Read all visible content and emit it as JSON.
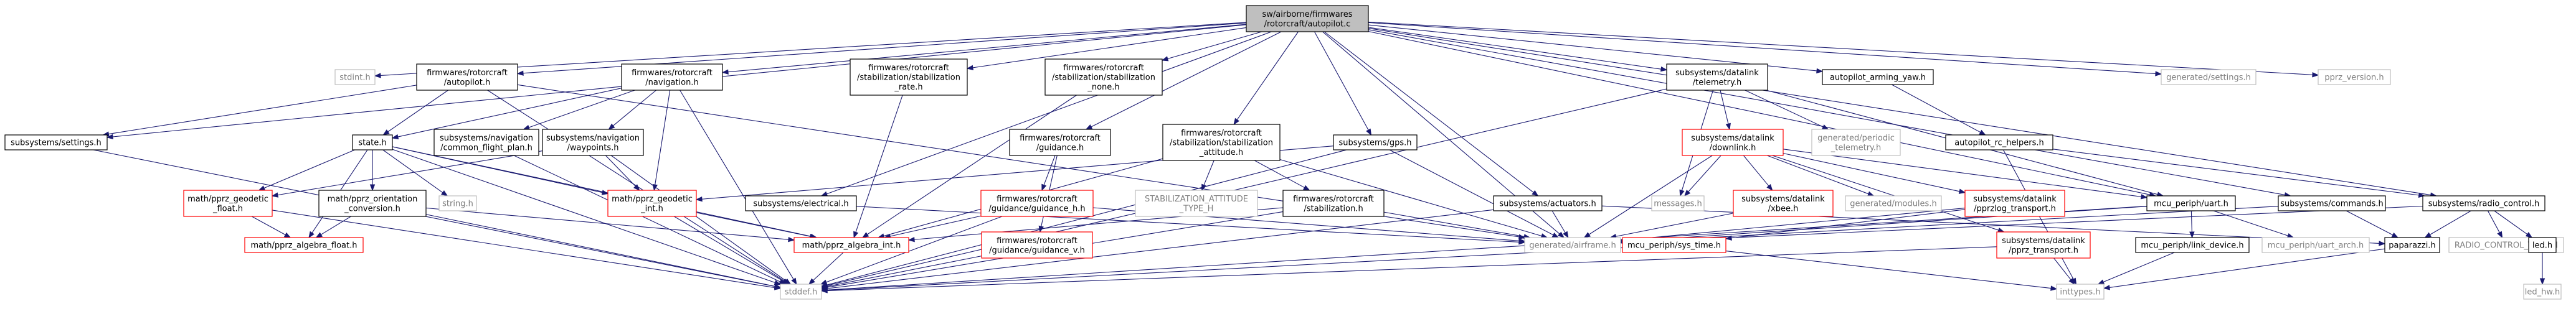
{
  "colors": {
    "edge": "#191970",
    "border_default": "#000000",
    "border_missing": "#bfbfbf",
    "border_truncated": "#ff0000",
    "fill_root": "#bfbfbf",
    "fill_default": "#ffffff",
    "text_default": "#000000",
    "text_missing": "#7f7f7f"
  },
  "nodes": [
    {
      "id": "root",
      "lines": [
        "sw/airborne/firmwares",
        "/rotorcraft/autopilot.c"
      ],
      "style": "root"
    },
    {
      "id": "stdint",
      "lines": [
        "stdint.h"
      ],
      "style": "missing"
    },
    {
      "id": "fr_autopilot",
      "lines": [
        "firmwares/rotorcraft",
        "/autopilot.h"
      ],
      "style": "normal"
    },
    {
      "id": "fr_navigation",
      "lines": [
        "firmwares/rotorcraft",
        "/navigation.h"
      ],
      "style": "normal"
    },
    {
      "id": "fr_stab_rate",
      "lines": [
        "firmwares/rotorcraft",
        "/stabilization/stabilization",
        "_rate.h"
      ],
      "style": "normal"
    },
    {
      "id": "fr_stab_none",
      "lines": [
        "firmwares/rotorcraft",
        "/stabilization/stabilization",
        "_none.h"
      ],
      "style": "normal"
    },
    {
      "id": "sd_telemetry",
      "lines": [
        "subsystems/datalink",
        "/telemetry.h"
      ],
      "style": "normal"
    },
    {
      "id": "autopilot_arming_yaw",
      "lines": [
        "autopilot_arming_yaw.h"
      ],
      "style": "normal"
    },
    {
      "id": "generated_settings",
      "lines": [
        "generated/settings.h"
      ],
      "style": "missing"
    },
    {
      "id": "pprz_version",
      "lines": [
        "pprz_version.h"
      ],
      "style": "missing"
    },
    {
      "id": "subsystems_settings",
      "lines": [
        "subsystems/settings.h"
      ],
      "style": "normal"
    },
    {
      "id": "state",
      "lines": [
        "state.h"
      ],
      "style": "normal"
    },
    {
      "id": "sn_common_flight_plan",
      "lines": [
        "subsystems/navigation",
        "/common_flight_plan.h"
      ],
      "style": "normal"
    },
    {
      "id": "sn_waypoints",
      "lines": [
        "subsystems/navigation",
        "/waypoints.h"
      ],
      "style": "normal"
    },
    {
      "id": "fr_guidance",
      "lines": [
        "firmwares/rotorcraft",
        "/guidance.h"
      ],
      "style": "normal"
    },
    {
      "id": "fr_stab_attitude",
      "lines": [
        "firmwares/rotorcraft",
        "/stabilization/stabilization",
        "_attitude.h"
      ],
      "style": "normal"
    },
    {
      "id": "subsystems_gps",
      "lines": [
        "subsystems/gps.h"
      ],
      "style": "normal"
    },
    {
      "id": "sd_downlink",
      "lines": [
        "subsystems/datalink",
        "/downlink.h"
      ],
      "style": "truncated"
    },
    {
      "id": "generated_periodic_telemetry",
      "lines": [
        "generated/periodic",
        "_telemetry.h"
      ],
      "style": "missing"
    },
    {
      "id": "autopilot_rc_helpers",
      "lines": [
        "autopilot_rc_helpers.h"
      ],
      "style": "normal"
    },
    {
      "id": "math_geodetic_float",
      "lines": [
        "math/pprz_geodetic",
        "_float.h"
      ],
      "style": "truncated"
    },
    {
      "id": "math_orientation_conversion",
      "lines": [
        "math/pprz_orientation",
        "_conversion.h"
      ],
      "style": "normal"
    },
    {
      "id": "string",
      "lines": [
        "string.h"
      ],
      "style": "missing"
    },
    {
      "id": "math_geodetic_int",
      "lines": [
        "math/pprz_geodetic",
        "_int.h"
      ],
      "style": "truncated"
    },
    {
      "id": "subsystems_electrical",
      "lines": [
        "subsystems/electrical.h"
      ],
      "style": "normal"
    },
    {
      "id": "fr_guidance_h",
      "lines": [
        "firmwares/rotorcraft",
        "/guidance/guidance_h.h"
      ],
      "style": "truncated"
    },
    {
      "id": "stab_att_type",
      "lines": [
        "STABILIZATION_ATTITUDE",
        "_TYPE_H"
      ],
      "style": "missing"
    },
    {
      "id": "fr_stabilization",
      "lines": [
        "firmwares/rotorcraft",
        "/stabilization.h"
      ],
      "style": "normal"
    },
    {
      "id": "subsystems_actuators",
      "lines": [
        "subsystems/actuators.h"
      ],
      "style": "normal"
    },
    {
      "id": "messages",
      "lines": [
        "messages.h"
      ],
      "style": "missing"
    },
    {
      "id": "sd_xbee",
      "lines": [
        "subsystems/datalink",
        "/xbee.h"
      ],
      "style": "truncated"
    },
    {
      "id": "generated_modules",
      "lines": [
        "generated/modules.h"
      ],
      "style": "missing"
    },
    {
      "id": "sd_pprzlog_transport",
      "lines": [
        "subsystems/datalink",
        "/pprzlog_transport.h"
      ],
      "style": "truncated"
    },
    {
      "id": "mcu_periph_uart",
      "lines": [
        "mcu_periph/uart.h"
      ],
      "style": "normal"
    },
    {
      "id": "subsystems_commands",
      "lines": [
        "subsystems/commands.h"
      ],
      "style": "normal"
    },
    {
      "id": "subsystems_radio_control",
      "lines": [
        "subsystems/radio_control.h"
      ],
      "style": "normal"
    },
    {
      "id": "math_algebra_float",
      "lines": [
        "math/pprz_algebra_float.h"
      ],
      "style": "truncated"
    },
    {
      "id": "math_algebra_int",
      "lines": [
        "math/pprz_algebra_int.h"
      ],
      "style": "truncated"
    },
    {
      "id": "fr_guidance_v",
      "lines": [
        "firmwares/rotorcraft",
        "/guidance/guidance_v.h"
      ],
      "style": "truncated"
    },
    {
      "id": "generated_airframe",
      "lines": [
        "generated/airframe.h"
      ],
      "style": "missing"
    },
    {
      "id": "mcu_periph_sys_time",
      "lines": [
        "mcu_periph/sys_time.h"
      ],
      "style": "truncated"
    },
    {
      "id": "sd_pprz_transport",
      "lines": [
        "subsystems/datalink",
        "/pprz_transport.h"
      ],
      "style": "truncated"
    },
    {
      "id": "mcu_periph_link_device",
      "lines": [
        "mcu_periph/link_device.h"
      ],
      "style": "normal"
    },
    {
      "id": "mcu_periph_uart_arch",
      "lines": [
        "mcu_periph/uart_arch.h"
      ],
      "style": "missing"
    },
    {
      "id": "paparazzi",
      "lines": [
        "paparazzi.h"
      ],
      "style": "normal"
    },
    {
      "id": "radio_control_type",
      "lines": [
        "RADIO_CONTROL_TYPE_H"
      ],
      "style": "missing"
    },
    {
      "id": "led",
      "lines": [
        "led.h"
      ],
      "style": "normal"
    },
    {
      "id": "led_hw",
      "lines": [
        "led_hw.h"
      ],
      "style": "missing"
    },
    {
      "id": "stddef",
      "lines": [
        "stddef.h"
      ],
      "style": "missing"
    },
    {
      "id": "inttypes",
      "lines": [
        "inttypes.h"
      ],
      "style": "missing"
    }
  ],
  "edges": [
    [
      "root",
      "stdint"
    ],
    [
      "root",
      "fr_autopilot"
    ],
    [
      "root",
      "fr_navigation"
    ],
    [
      "root",
      "fr_stab_rate"
    ],
    [
      "root",
      "fr_stab_none"
    ],
    [
      "root",
      "sd_telemetry"
    ],
    [
      "root",
      "autopilot_arming_yaw"
    ],
    [
      "root",
      "generated_settings"
    ],
    [
      "root",
      "pprz_version"
    ],
    [
      "root",
      "subsystems_settings"
    ],
    [
      "root",
      "fr_guidance"
    ],
    [
      "root",
      "fr_stab_attitude"
    ],
    [
      "root",
      "subsystems_gps"
    ],
    [
      "root",
      "subsystems_electrical"
    ],
    [
      "root",
      "subsystems_actuators"
    ],
    [
      "root",
      "subsystems_radio_control"
    ],
    [
      "root",
      "mcu_periph_uart"
    ],
    [
      "root",
      "subsystems_commands"
    ],
    [
      "root",
      "generated_airframe"
    ],
    [
      "fr_autopilot",
      "subsystems_settings"
    ],
    [
      "fr_autopilot",
      "state"
    ],
    [
      "fr_autopilot",
      "generated_airframe"
    ],
    [
      "fr_autopilot",
      "stddef"
    ],
    [
      "fr_navigation",
      "sn_common_flight_plan"
    ],
    [
      "fr_navigation",
      "sn_waypoints"
    ],
    [
      "fr_navigation",
      "math_geodetic_int"
    ],
    [
      "fr_navigation",
      "state"
    ],
    [
      "fr_navigation",
      "stddef"
    ],
    [
      "fr_stab_rate",
      "math_algebra_int"
    ],
    [
      "fr_stab_none",
      "math_algebra_int"
    ],
    [
      "sd_telemetry",
      "sd_downlink"
    ],
    [
      "sd_telemetry",
      "generated_periodic_telemetry"
    ],
    [
      "sd_telemetry",
      "messages"
    ],
    [
      "sd_telemetry",
      "mcu_periph_uart"
    ],
    [
      "sd_telemetry",
      "stddef"
    ],
    [
      "autopilot_arming_yaw",
      "autopilot_rc_helpers"
    ],
    [
      "autopilot_rc_helpers",
      "subsystems_radio_control"
    ],
    [
      "autopilot_rc_helpers",
      "inttypes"
    ],
    [
      "subsystems_settings",
      "stddef"
    ],
    [
      "state",
      "math_geodetic_float"
    ],
    [
      "state",
      "math_orientation_conversion"
    ],
    [
      "state",
      "string"
    ],
    [
      "state",
      "math_geodetic_int"
    ],
    [
      "state",
      "math_algebra_float"
    ],
    [
      "state",
      "math_algebra_int"
    ],
    [
      "state",
      "stddef"
    ],
    [
      "sn_common_flight_plan",
      "stddef"
    ],
    [
      "sn_waypoints",
      "math_geodetic_float"
    ],
    [
      "sn_waypoints",
      "math_geodetic_int"
    ],
    [
      "sn_waypoints",
      "stddef"
    ],
    [
      "fr_guidance",
      "fr_guidance_h"
    ],
    [
      "fr_guidance",
      "fr_guidance_v"
    ],
    [
      "fr_stab_attitude",
      "stab_att_type"
    ],
    [
      "fr_stab_attitude",
      "fr_stabilization"
    ],
    [
      "fr_stab_attitude",
      "math_algebra_int"
    ],
    [
      "fr_stab_attitude",
      "generated_airframe"
    ],
    [
      "subsystems_gps",
      "math_geodetic_int"
    ],
    [
      "subsystems_gps",
      "generated_airframe"
    ],
    [
      "subsystems_gps",
      "stddef"
    ],
    [
      "sd_downlink",
      "messages"
    ],
    [
      "sd_downlink",
      "sd_xbee"
    ],
    [
      "sd_downlink",
      "generated_modules"
    ],
    [
      "sd_downlink",
      "sd_pprzlog_transport"
    ],
    [
      "sd_downlink",
      "sd_pprz_transport"
    ],
    [
      "sd_downlink",
      "generated_airframe"
    ],
    [
      "sd_downlink",
      "mcu_periph_uart"
    ],
    [
      "math_geodetic_float",
      "math_algebra_float"
    ],
    [
      "math_geodetic_float",
      "stddef"
    ],
    [
      "math_orientation_conversion",
      "math_algebra_float"
    ],
    [
      "math_orientation_conversion",
      "math_algebra_int"
    ],
    [
      "math_orientation_conversion",
      "stddef"
    ],
    [
      "math_geodetic_int",
      "math_algebra_int"
    ],
    [
      "math_geodetic_int",
      "stddef"
    ],
    [
      "subsystems_electrical",
      "generated_airframe"
    ],
    [
      "fr_guidance_h",
      "math_algebra_int"
    ],
    [
      "fr_guidance_h",
      "generated_airframe"
    ],
    [
      "fr_guidance_h",
      "stddef"
    ],
    [
      "fr_stabilization",
      "math_algebra_int"
    ],
    [
      "fr_stabilization",
      "generated_airframe"
    ],
    [
      "fr_stabilization",
      "stddef"
    ],
    [
      "subsystems_actuators",
      "generated_airframe"
    ],
    [
      "subsystems_actuators",
      "paparazzi"
    ],
    [
      "subsystems_actuators",
      "stddef"
    ],
    [
      "sd_xbee",
      "generated_airframe"
    ],
    [
      "sd_pprzlog_transport",
      "mcu_periph_sys_time"
    ],
    [
      "sd_pprzlog_transport",
      "generated_airframe"
    ],
    [
      "mcu_periph_uart",
      "mcu_periph_link_device"
    ],
    [
      "mcu_periph_uart",
      "mcu_periph_uart_arch"
    ],
    [
      "mcu_periph_uart",
      "generated_airframe"
    ],
    [
      "mcu_periph_uart",
      "stddef"
    ],
    [
      "subsystems_commands",
      "paparazzi"
    ],
    [
      "subsystems_commands",
      "generated_airframe"
    ],
    [
      "subsystems_radio_control",
      "radio_control_type"
    ],
    [
      "subsystems_radio_control",
      "led"
    ],
    [
      "subsystems_radio_control",
      "paparazzi"
    ],
    [
      "subsystems_radio_control",
      "generated_airframe"
    ],
    [
      "math_algebra_int",
      "stddef"
    ],
    [
      "fr_guidance_v",
      "stddef"
    ],
    [
      "mcu_periph_sys_time",
      "stddef"
    ],
    [
      "mcu_periph_sys_time",
      "inttypes"
    ],
    [
      "sd_pprz_transport",
      "inttypes"
    ],
    [
      "sd_pprz_transport",
      "stddef"
    ],
    [
      "mcu_periph_link_device",
      "inttypes"
    ],
    [
      "paparazzi",
      "inttypes"
    ],
    [
      "led",
      "led_hw"
    ]
  ]
}
